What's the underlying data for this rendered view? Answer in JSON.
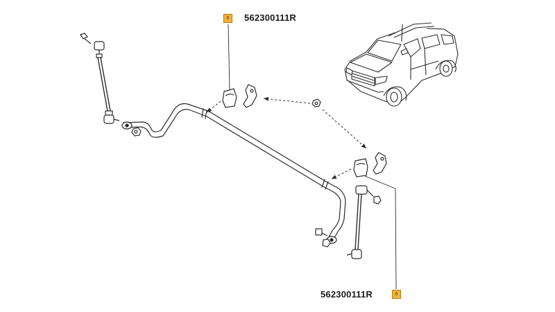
{
  "callouts": [
    {
      "badge": "6",
      "part_number": "562300111R"
    },
    {
      "badge": "6",
      "part_number": "562300111R"
    }
  ],
  "colors": {
    "line": "#2b2b2b",
    "badge_fill": "#f3b23a",
    "badge_border": "#b27a12"
  }
}
